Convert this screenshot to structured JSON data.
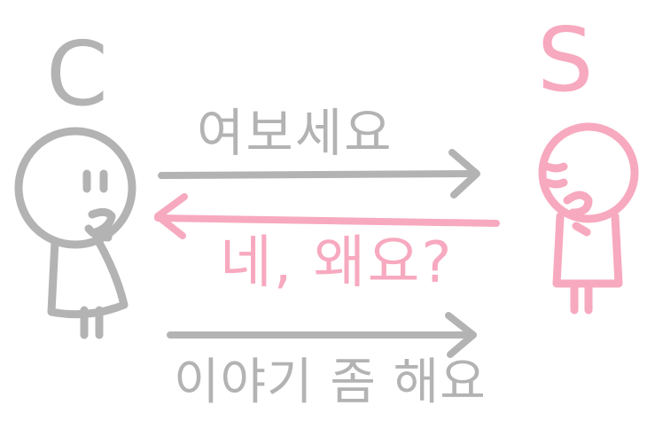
{
  "participants": {
    "client": {
      "label": "C",
      "color": "#b3b3b3"
    },
    "server": {
      "label": "S",
      "color": "#f7a9bf"
    }
  },
  "messages": [
    {
      "text": "여보세요",
      "direction": "client-to-server",
      "color": "#b3b3b3"
    },
    {
      "text": "네, 왜요?",
      "direction": "server-to-client",
      "color": "#f7a9bf"
    },
    {
      "text": "이야기 좀 해요",
      "direction": "client-to-server",
      "color": "#b3b3b3"
    }
  ]
}
